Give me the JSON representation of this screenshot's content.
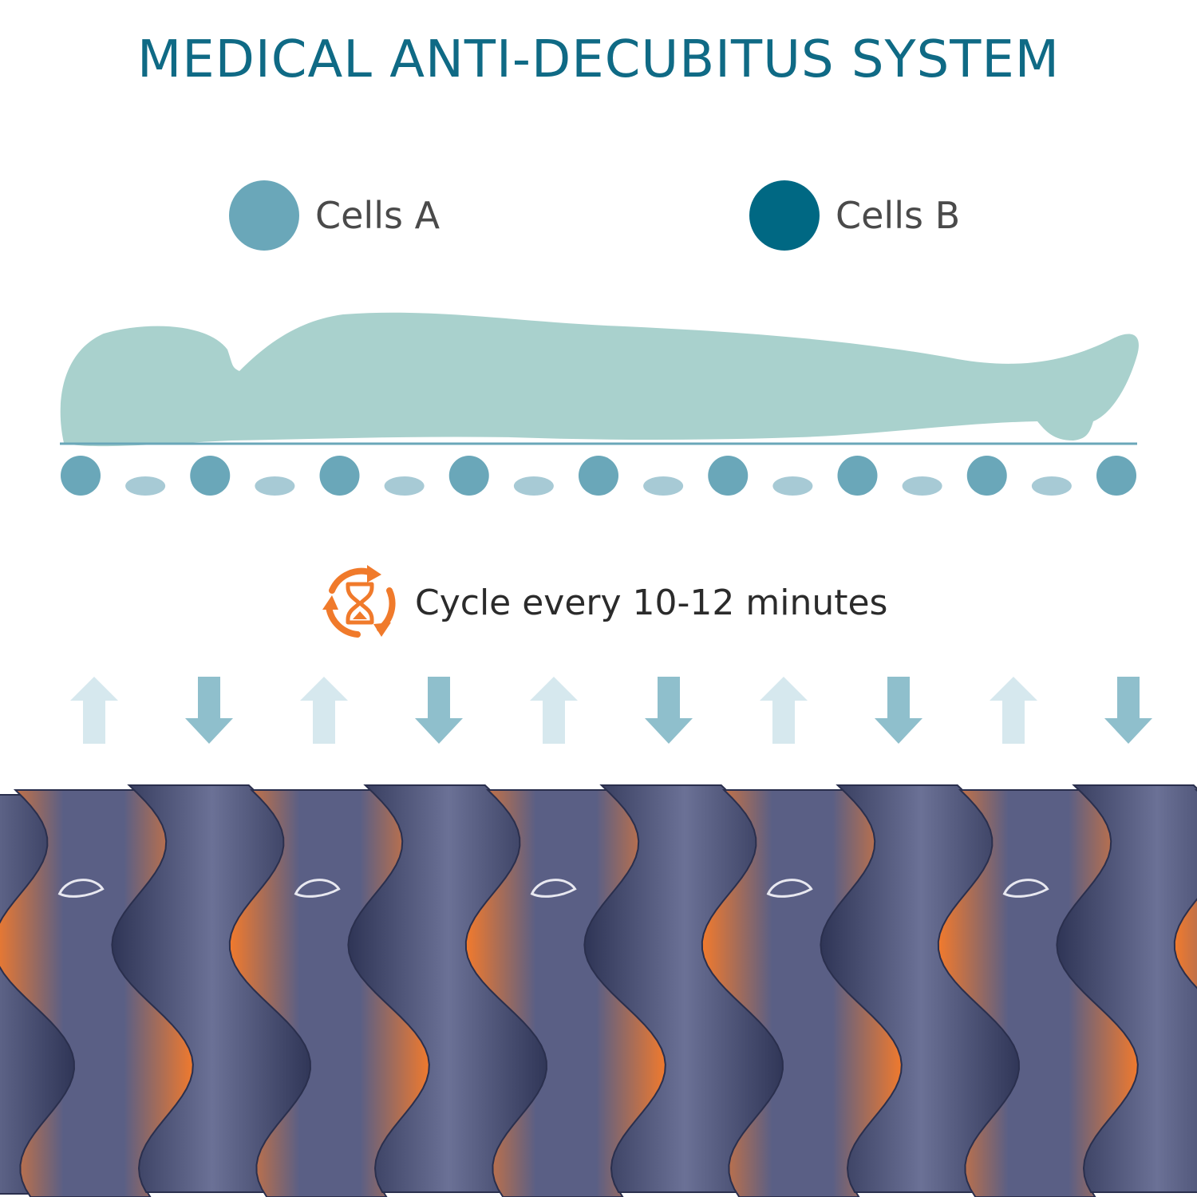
{
  "title": "MEDICAL ANTI-DECUBITUS SYSTEM",
  "legend": [
    {
      "label": "Cells A",
      "color": "#6aa7b9"
    },
    {
      "label": "Cells B",
      "color": "#006883"
    }
  ],
  "cycle": {
    "text": "Cycle every 10-12 minutes",
    "icon": "hourglass-cycle-icon",
    "icon_color": "#f07a2b"
  },
  "colors": {
    "body_silhouette": "#a9d1cd",
    "baseline": "#6aa7b9",
    "cell_inflated": "#6aa7b9",
    "cell_deflated": "#a7cad5",
    "arrow_up": "#d6e8ee",
    "arrow_down": "#8fbfcc",
    "mattress_dark": "#4a5072",
    "mattress_orange": "#f27a2c"
  },
  "cells": {
    "inflated_count": 9,
    "deflated_count": 8
  },
  "arrows": [
    "up",
    "down",
    "up",
    "down",
    "up",
    "down",
    "up",
    "down",
    "up",
    "down"
  ]
}
